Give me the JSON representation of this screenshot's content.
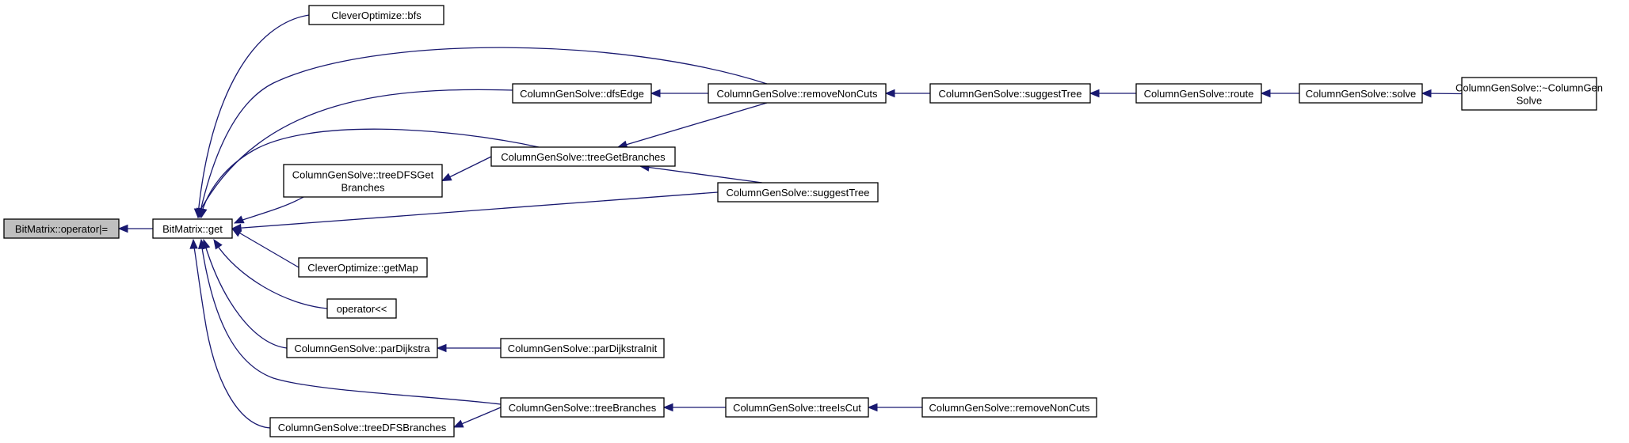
{
  "graph": {
    "type": "call-graph",
    "nodes": [
      {
        "id": "root",
        "lines": [
          "BitMatrix::operator|="
        ],
        "root": true
      },
      {
        "id": "get",
        "lines": [
          "BitMatrix::get"
        ]
      },
      {
        "id": "bfs",
        "lines": [
          "CleverOptimize::bfs"
        ]
      },
      {
        "id": "dfsEdge",
        "lines": [
          "ColumnGenSolve::dfsEdge"
        ]
      },
      {
        "id": "removeNonCuts1",
        "lines": [
          "ColumnGenSolve::removeNonCuts"
        ]
      },
      {
        "id": "suggestTree1",
        "lines": [
          "ColumnGenSolve::suggestTree"
        ]
      },
      {
        "id": "route",
        "lines": [
          "ColumnGenSolve::route"
        ]
      },
      {
        "id": "solve",
        "lines": [
          "ColumnGenSolve::solve"
        ]
      },
      {
        "id": "dtor",
        "lines": [
          "ColumnGenSolve::~ColumnGen",
          "Solve"
        ]
      },
      {
        "id": "treeGetBranches",
        "lines": [
          "ColumnGenSolve::treeGetBranches"
        ]
      },
      {
        "id": "treeDFSGetBranches",
        "lines": [
          "ColumnGenSolve::treeDFSGet",
          "Branches"
        ]
      },
      {
        "id": "suggestTree2",
        "lines": [
          "ColumnGenSolve::suggestTree"
        ]
      },
      {
        "id": "getMap",
        "lines": [
          "CleverOptimize::getMap"
        ]
      },
      {
        "id": "opShift",
        "lines": [
          "operator<<"
        ]
      },
      {
        "id": "parDijkstra",
        "lines": [
          "ColumnGenSolve::parDijkstra"
        ]
      },
      {
        "id": "parDijkstraInit",
        "lines": [
          "ColumnGenSolve::parDijkstraInit"
        ]
      },
      {
        "id": "treeBranches",
        "lines": [
          "ColumnGenSolve::treeBranches"
        ]
      },
      {
        "id": "treeIsCut",
        "lines": [
          "ColumnGenSolve::treeIsCut"
        ]
      },
      {
        "id": "removeNonCuts2",
        "lines": [
          "ColumnGenSolve::removeNonCuts"
        ]
      },
      {
        "id": "treeDFSBranches",
        "lines": [
          "ColumnGenSolve::treeDFSBranches"
        ]
      }
    ],
    "edges": [
      {
        "from": "get",
        "to": "root"
      },
      {
        "from": "bfs",
        "to": "get"
      },
      {
        "from": "removeNonCuts1",
        "to": "get"
      },
      {
        "from": "dfsEdge",
        "to": "get"
      },
      {
        "from": "treeGetBranches",
        "to": "get"
      },
      {
        "from": "treeDFSGetBranches",
        "to": "get"
      },
      {
        "from": "suggestTree2",
        "to": "get"
      },
      {
        "from": "getMap",
        "to": "get"
      },
      {
        "from": "opShift",
        "to": "get"
      },
      {
        "from": "parDijkstra",
        "to": "get"
      },
      {
        "from": "treeBranches",
        "to": "get"
      },
      {
        "from": "treeDFSBranches",
        "to": "get"
      },
      {
        "from": "removeNonCuts1",
        "to": "dfsEdge"
      },
      {
        "from": "suggestTree1",
        "to": "removeNonCuts1"
      },
      {
        "from": "route",
        "to": "suggestTree1"
      },
      {
        "from": "solve",
        "to": "route"
      },
      {
        "from": "dtor",
        "to": "solve"
      },
      {
        "from": "removeNonCuts1",
        "to": "treeGetBranches"
      },
      {
        "from": "suggestTree2",
        "to": "treeGetBranches"
      },
      {
        "from": "treeGetBranches",
        "to": "treeDFSGetBranches"
      },
      {
        "from": "parDijkstraInit",
        "to": "parDijkstra"
      },
      {
        "from": "treeBranches",
        "to": "treeDFSBranches"
      },
      {
        "from": "treeIsCut",
        "to": "treeBranches"
      },
      {
        "from": "removeNonCuts2",
        "to": "treeIsCut"
      }
    ]
  }
}
